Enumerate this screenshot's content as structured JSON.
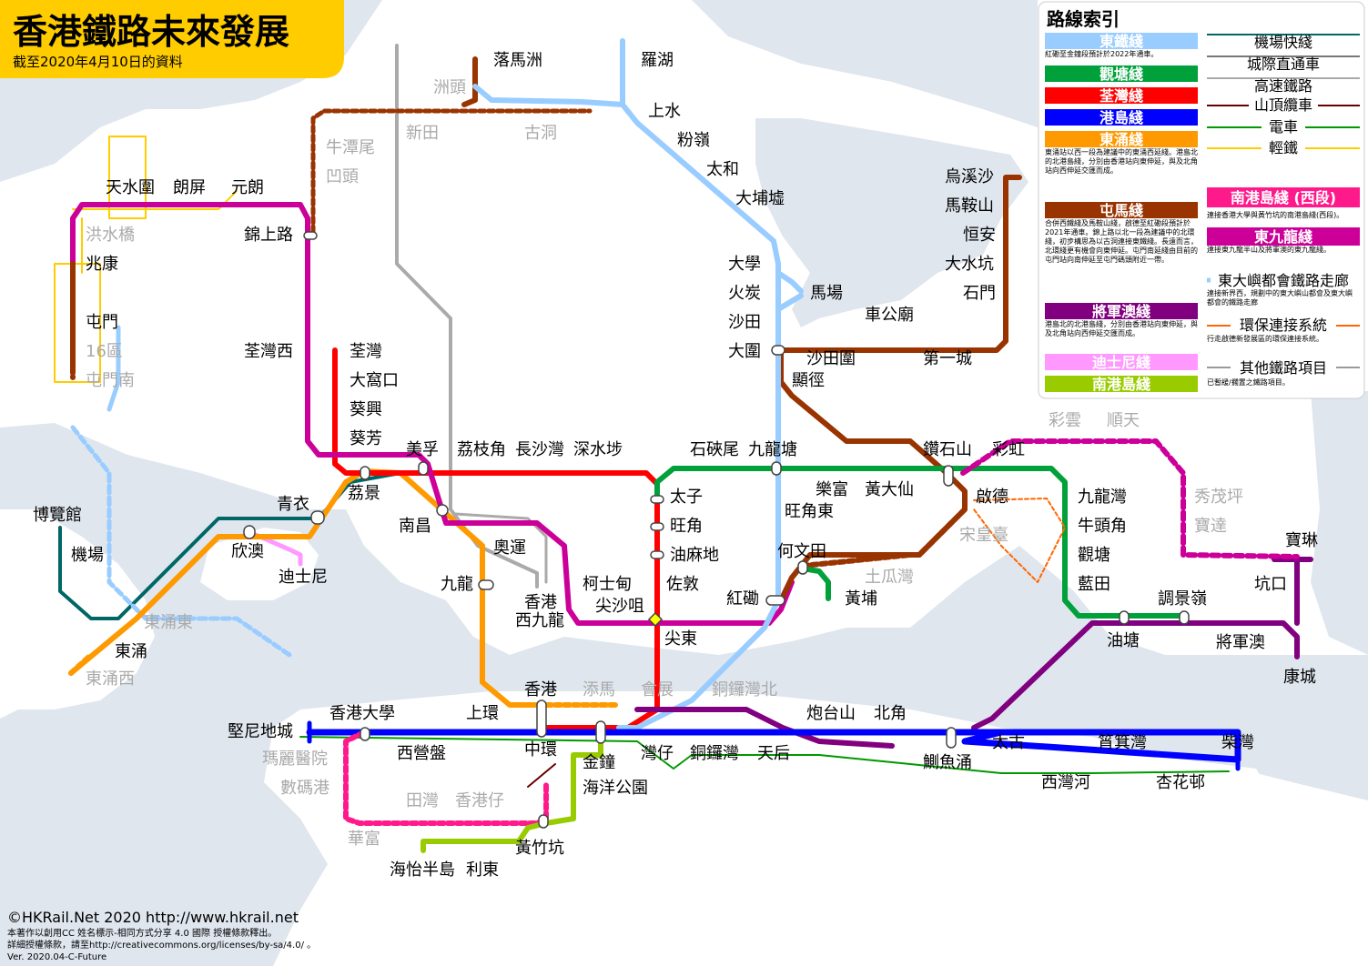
{
  "title": "香港鐵路未來發展",
  "subtitle": "截至2020年4月10日的資料",
  "colors": {
    "east_rail": "#99ccff",
    "kwun_tong": "#00a13a",
    "tsuen_wan": "#ff0000",
    "island": "#0000ff",
    "tung_chung": "#ff9900",
    "tuen_ma": "#993300",
    "tko": "#800080",
    "disney": "#ff99ff",
    "south_island": "#99cc00",
    "west_rail": "#cc0099",
    "airport": "#006666",
    "intercity": "#777777",
    "highspeed": "#aaaaaa",
    "peak_tram": "#660000",
    "tram": "#009900",
    "light_rail": "#ffcc00",
    "title_bg": "#ffcc00",
    "water": "#dfe6ee"
  },
  "stations": {
    "lok_ma_chau": "落馬洲",
    "lo_wu": "羅湖",
    "sheung_shui": "上水",
    "fanling": "粉嶺",
    "tai_wo": "太和",
    "tai_po_market": "大埔墟",
    "university": "大學",
    "fo_tan": "火炭",
    "sha_tin": "沙田",
    "tai_wai": "大圍",
    "racecourse": "馬場",
    "chau_tau": "洲頭",
    "san_tin": "新田",
    "kwu_tung": "古洞",
    "ngau_tam_mei": "牛潭尾",
    "au_tau": "凹頭",
    "tin_shui_wai": "天水圍",
    "long_ping": "朗屏",
    "yuen_long": "元朗",
    "kam_sheung_road": "錦上路",
    "hung_shui_kiu": "洪水橋",
    "siu_hong": "兆康",
    "tuen_mun": "屯門",
    "area_16": "16區",
    "tuen_mun_south": "屯門南",
    "tsuen_wan_west": "荃灣西",
    "tsuen_wan": "荃灣",
    "tai_wo_hau": "大窩口",
    "kwai_hing": "葵興",
    "kwai_fong": "葵芳",
    "mei_foo": "美孚",
    "lai_chi_kok": "荔枝角",
    "cheung_sha_wan": "長沙灣",
    "sham_shui_po": "深水埗",
    "lai_king": "荔景",
    "tsing_yi": "青衣",
    "nam_cheong": "南昌",
    "olympic": "奧運",
    "kowloon": "九龍",
    "austin": "柯士甸",
    "hk_west_kowloon_1": "香港",
    "hk_west_kowloon_2": "西九龍",
    "tsim_sha_tsui": "尖沙咀",
    "east_tst": "尖東",
    "jordan": "佐敦",
    "prince_edward": "太子",
    "mong_kok": "旺角",
    "yau_ma_tei": "油麻地",
    "mong_kok_east": "旺角東",
    "shek_kip_mei": "石硤尾",
    "kowloon_tong": "九龍塘",
    "lok_fu": "樂富",
    "wong_tai_sin": "黃大仙",
    "ho_man_tin": "何文田",
    "to_kwa_wan": "土瓜灣",
    "whampoa": "黃埔",
    "hung_hom": "紅磡",
    "sung_wong_toi": "宋皇臺",
    "kai_tak": "啟德",
    "diamond_hill": "鑽石山",
    "choi_hung": "彩虹",
    "kowloon_bay": "九龍灣",
    "ngau_tau_kok": "牛頭角",
    "kwun_tong": "觀塘",
    "lam_tin": "藍田",
    "yau_tong": "油塘",
    "tiu_keng_leng": "調景嶺",
    "tko": "將軍澳",
    "lohas_park": "康城",
    "hang_hau": "坑口",
    "po_lam": "寶琳",
    "choi_wan": "彩雲",
    "shun_tin": "順天",
    "sau_mau_ping": "秀茂坪",
    "po_tat": "寶達",
    "wu_kai_sha": "烏溪沙",
    "ma_on_shan": "馬鞍山",
    "heng_on": "恒安",
    "tai_shui_hang": "大水坑",
    "shek_mun": "石門",
    "city_one": "第一城",
    "che_kung_temple": "車公廟",
    "sha_tin_wai": "沙田圍",
    "hin_keng": "顯徑",
    "sunny_bay": "欣澳",
    "disneyland": "迪士尼",
    "asiaworld": "博覽館",
    "airport": "機場",
    "tung_chung_east": "東涌東",
    "tung_chung": "東涌",
    "tung_chung_west": "東涌西",
    "hong_kong": "香港",
    "tamar": "添馬",
    "exhibition": "會展",
    "cwb_north": "銅鑼灣北",
    "kennedy_town": "堅尼地城",
    "hku": "香港大學",
    "sai_ying_pun": "西營盤",
    "sheung_wan": "上環",
    "central": "中環",
    "admiralty": "金鐘",
    "wan_chai": "灣仔",
    "causeway_bay": "銅鑼灣",
    "tin_hau": "天后",
    "fortress_hill": "炮台山",
    "north_point": "北角",
    "quarry_bay": "鰂魚涌",
    "tai_koo": "太古",
    "sai_wan_ho": "西灣河",
    "shau_kei_wan": "筲箕灣",
    "heng_fa_chuen": "杏花邨",
    "chai_wan": "柴灣",
    "queen_mary": "瑪麗醫院",
    "cyberport": "數碼港",
    "wah_fu": "華富",
    "tin_wan": "田灣",
    "aberdeen": "香港仔",
    "wong_chuk_hang": "黃竹坑",
    "ocean_park": "海洋公園",
    "lei_tung": "利東",
    "south_horizons": "海怡半島"
  },
  "legend": {
    "title": "路線索引",
    "east_rail": "東鐵綫",
    "east_rail_note": "紅磡至金鐘段預計於2022年通車。",
    "kwun_tong": "觀塘綫",
    "tsuen_wan": "荃灣綫",
    "island": "港島綫",
    "tung_chung": "東涌綫",
    "tung_chung_note": "東涌站以西一段為建議中的東涌西延綫。港島北的北港島綫，分別由香港站向東伸延，與及北角站向西伸延交匯而成。",
    "tuen_ma": "屯馬綫",
    "tuen_ma_note": "合併西鐵綫及馬鞍山綫，啟德至紅磡段預計於2021年通車。錦上路以北一段為建議中的北環綫，初步構思為以古洞連接東鐵綫。長遠而言，北環綫更有機會向東伸延。屯門南延綫由目前的屯門站向南伸延至屯門碼頭附近一帶。",
    "tko": "將軍澳綫",
    "tko_note": "港島北的北港島綫，分別由香港站向東伸延，與及北角站向西伸延交匯而成。",
    "disney": "迪士尼綫",
    "south_island": "南港島綫",
    "airport_express": "機場快綫",
    "intercity": "城際直通車",
    "highspeed": "高速鐵路",
    "peak_tram": "山頂纜車",
    "tram": "電車",
    "light_rail": "輕鐵",
    "sil_west": "南港島綫 (西段)",
    "sil_west_note": "連接香港大學與黃竹坑的南港島綫(西段)。",
    "east_kowloon": "東九龍綫",
    "east_kowloon_note": "連接東九龍半山及將軍澳的東九龍綫。",
    "ekm": "東大嶼都會鐵路走廊",
    "ekm_note": "連接新界西，規劃中的東大嶼山都會及東大嶼都會的鐵路走廊",
    "eco": "環保連接系統",
    "eco_note": "行走啟德新發展區的環保連接系統。",
    "other": "其他鐵路項目",
    "other_note": "已暫緩/擱置之鐵路項目。"
  },
  "copyright": {
    "line1": "©HKRail.Net 2020 http://www.hkrail.net",
    "line2": "本著作以創用CC 姓名標示-相同方式分享 4.0 國際 授權條款釋出。",
    "line3": "詳細授權條款，請至http://creativecommons.org/licenses/by-sa/4.0/ 。",
    "line4": "Ver. 2020.04-C-Future"
  }
}
